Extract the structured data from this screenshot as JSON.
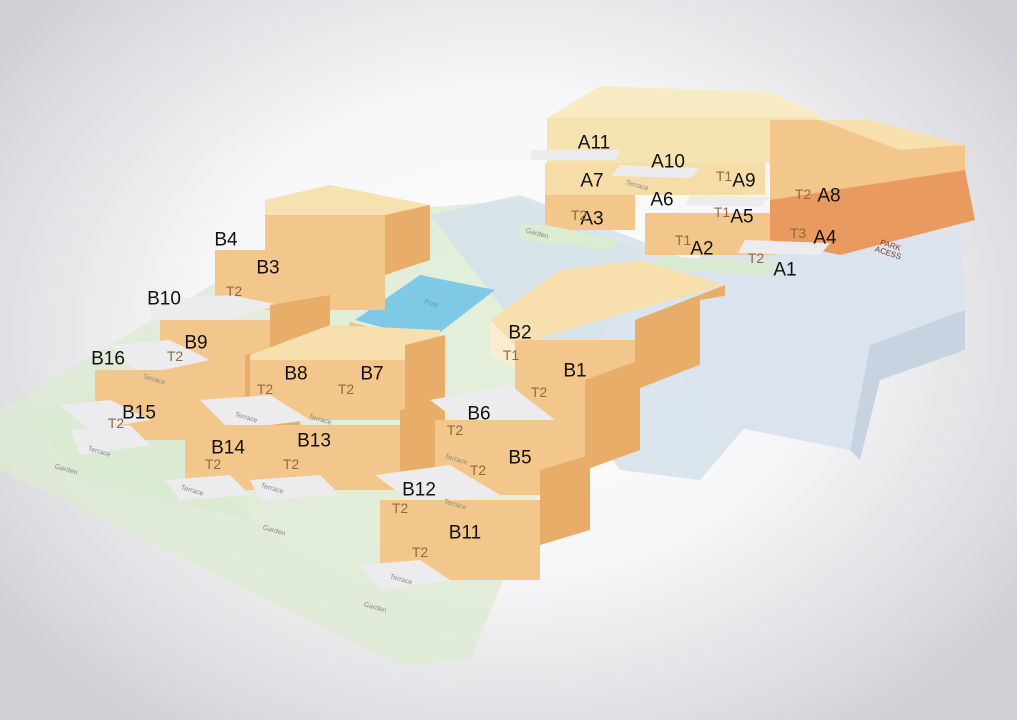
{
  "colors": {
    "top": "#f8dfae",
    "front": "#f3c78b",
    "side": "#e8ad68",
    "ground_green": "#dcebd2",
    "ground_blue": "#d4e1ea",
    "pool": "#7ec9e6",
    "terrace": "#ececee",
    "accent_orange": "#e89a5f"
  },
  "unit_labels": [
    "A11",
    "A10",
    "A7",
    "A6",
    "A9",
    "A8",
    "A3",
    "A5",
    "A4",
    "A2",
    "A1",
    "B4",
    "B3",
    "B10",
    "B9",
    "B16",
    "B15",
    "B8",
    "B7",
    "B2",
    "B1",
    "B6",
    "B5",
    "B14",
    "B13",
    "B12",
    "B11"
  ],
  "typology_labels": [
    "T2",
    "T2",
    "T2",
    "T2",
    "T2",
    "T2",
    "T2",
    "T2",
    "T2",
    "T2",
    "T2",
    "T2",
    "T1",
    "T1",
    "T1",
    "T2",
    "T2",
    "T3",
    "T2",
    "T1"
  ],
  "small_labels": [
    "Garden",
    "Terrace",
    "Pool",
    "Terrace",
    "Terrace",
    "Terrace",
    "Terrace",
    "Terrace",
    "Terrace",
    "Garden",
    "Garden",
    "Terrace",
    "Terrace",
    "Terrace",
    "Garden"
  ],
  "park_text": "PARK ACESS"
}
